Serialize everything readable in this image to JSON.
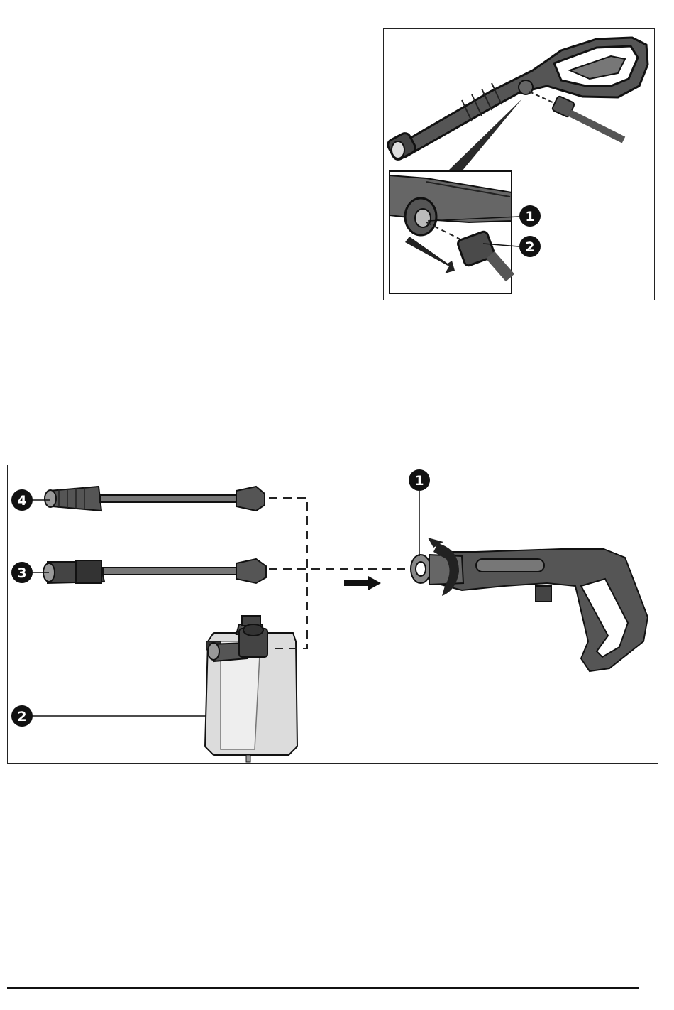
{
  "figure_top": {
    "callouts": [
      {
        "number": "1",
        "part": "spray-gun-connector"
      },
      {
        "number": "2",
        "part": "hose-coupling-nut"
      }
    ]
  },
  "figure_bottom": {
    "callouts": [
      {
        "number": "1",
        "part": "spray-gun-outlet"
      },
      {
        "number": "2",
        "part": "foam-bottle"
      },
      {
        "number": "3",
        "part": "variable-nozzle-lance"
      },
      {
        "number": "4",
        "part": "turbo-nozzle-lance"
      }
    ]
  },
  "colors": {
    "ink": "#1a1a1a",
    "part_fill": "#5b5b5b",
    "part_light": "#8a8a8a",
    "bottle": "#d9d9d9"
  }
}
